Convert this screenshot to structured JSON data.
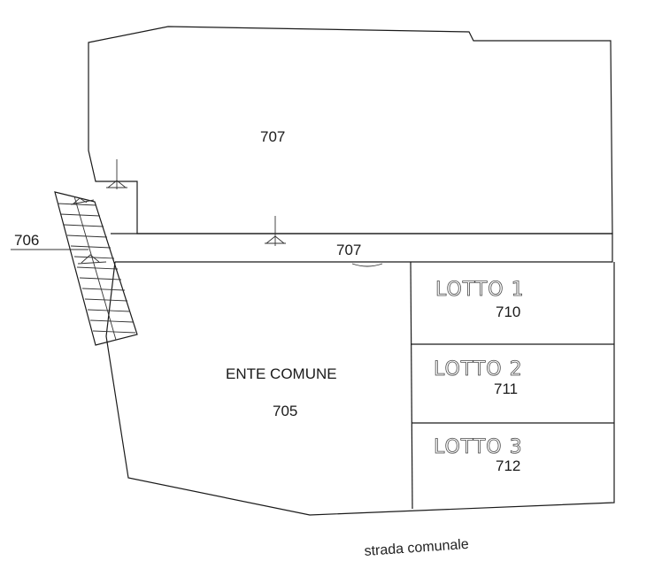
{
  "plan": {
    "parcels": {
      "p707_top": "707",
      "p707_corridor": "707",
      "p706": "706",
      "p705_name": "ENTE COMUNE",
      "p705": "705",
      "p710": "710",
      "p711": "711",
      "p712": "712"
    },
    "lots": {
      "lot1": "LOTTO 1",
      "lot2": "LOTTO 2",
      "lot3": "LOTTO 3"
    },
    "road": "strada comunale"
  }
}
